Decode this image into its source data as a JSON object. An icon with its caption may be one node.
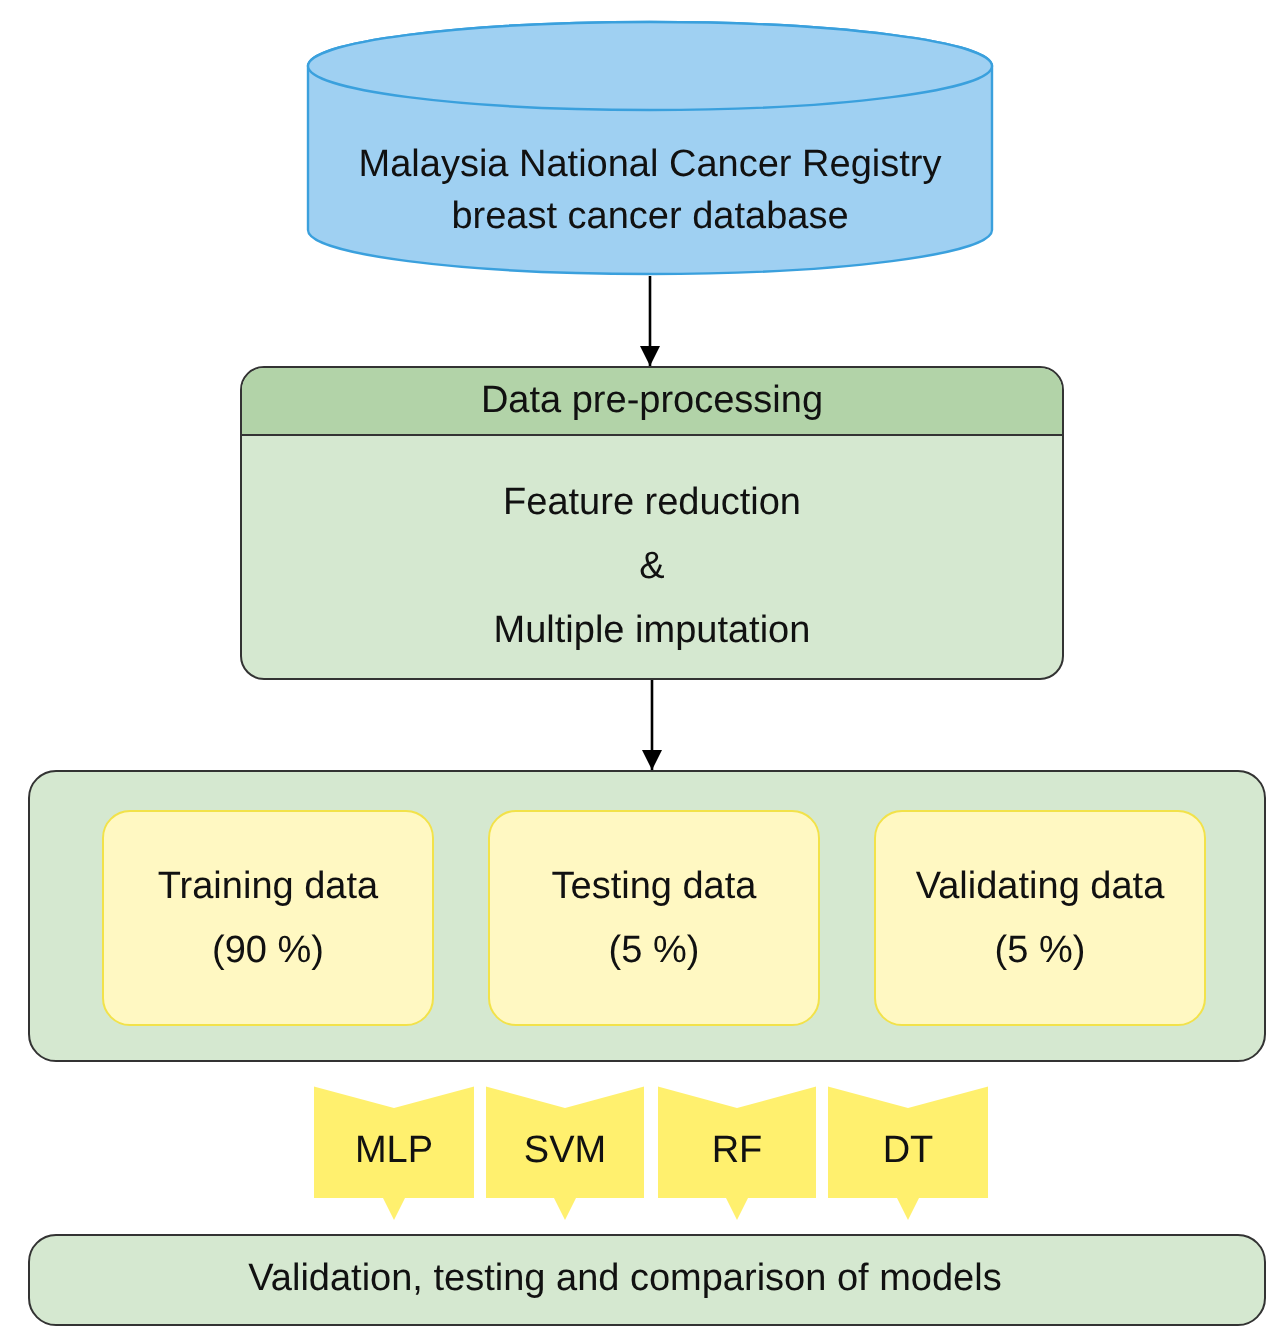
{
  "diagram": {
    "nodes": [
      {
        "text": [
          "Malaysia National Cancer Registry breast cancer database"
        ]
      },
      {
        "text": [
          "Data pre-processing",
          "Feature reduction",
          "&",
          "Multiple imputation"
        ]
      },
      {
        "text": [],
        "shape": "box"
      },
      {
        "text": [
          "Training data (90 %)"
        ],
        "in": 2
      },
      {
        "text": [
          "Testing data (5 %)"
        ],
        "in": 2
      },
      {
        "text": [
          "Validating data (5 %)"
        ],
        "in": 2
      },
      {
        "text": [
          "Validation, testing and comparison of models"
        ]
      }
    ],
    "edges": [
      {
        "from": 0,
        "to": 1,
        "arrow": "to",
        "color": "#000000"
      },
      {
        "from": 1,
        "to": 2,
        "arrow": "to",
        "color": "#000000"
      },
      {
        "from": 2,
        "to": 6,
        "arrow": "to",
        "label": "MLP"
      },
      {
        "from": 2,
        "to": 6,
        "arrow": "to",
        "label": "SVM"
      },
      {
        "from": 2,
        "to": 6,
        "arrow": "to",
        "label": "RF"
      },
      {
        "from": 2,
        "to": 6,
        "arrow": "to",
        "label": "DT"
      }
    ]
  }
}
